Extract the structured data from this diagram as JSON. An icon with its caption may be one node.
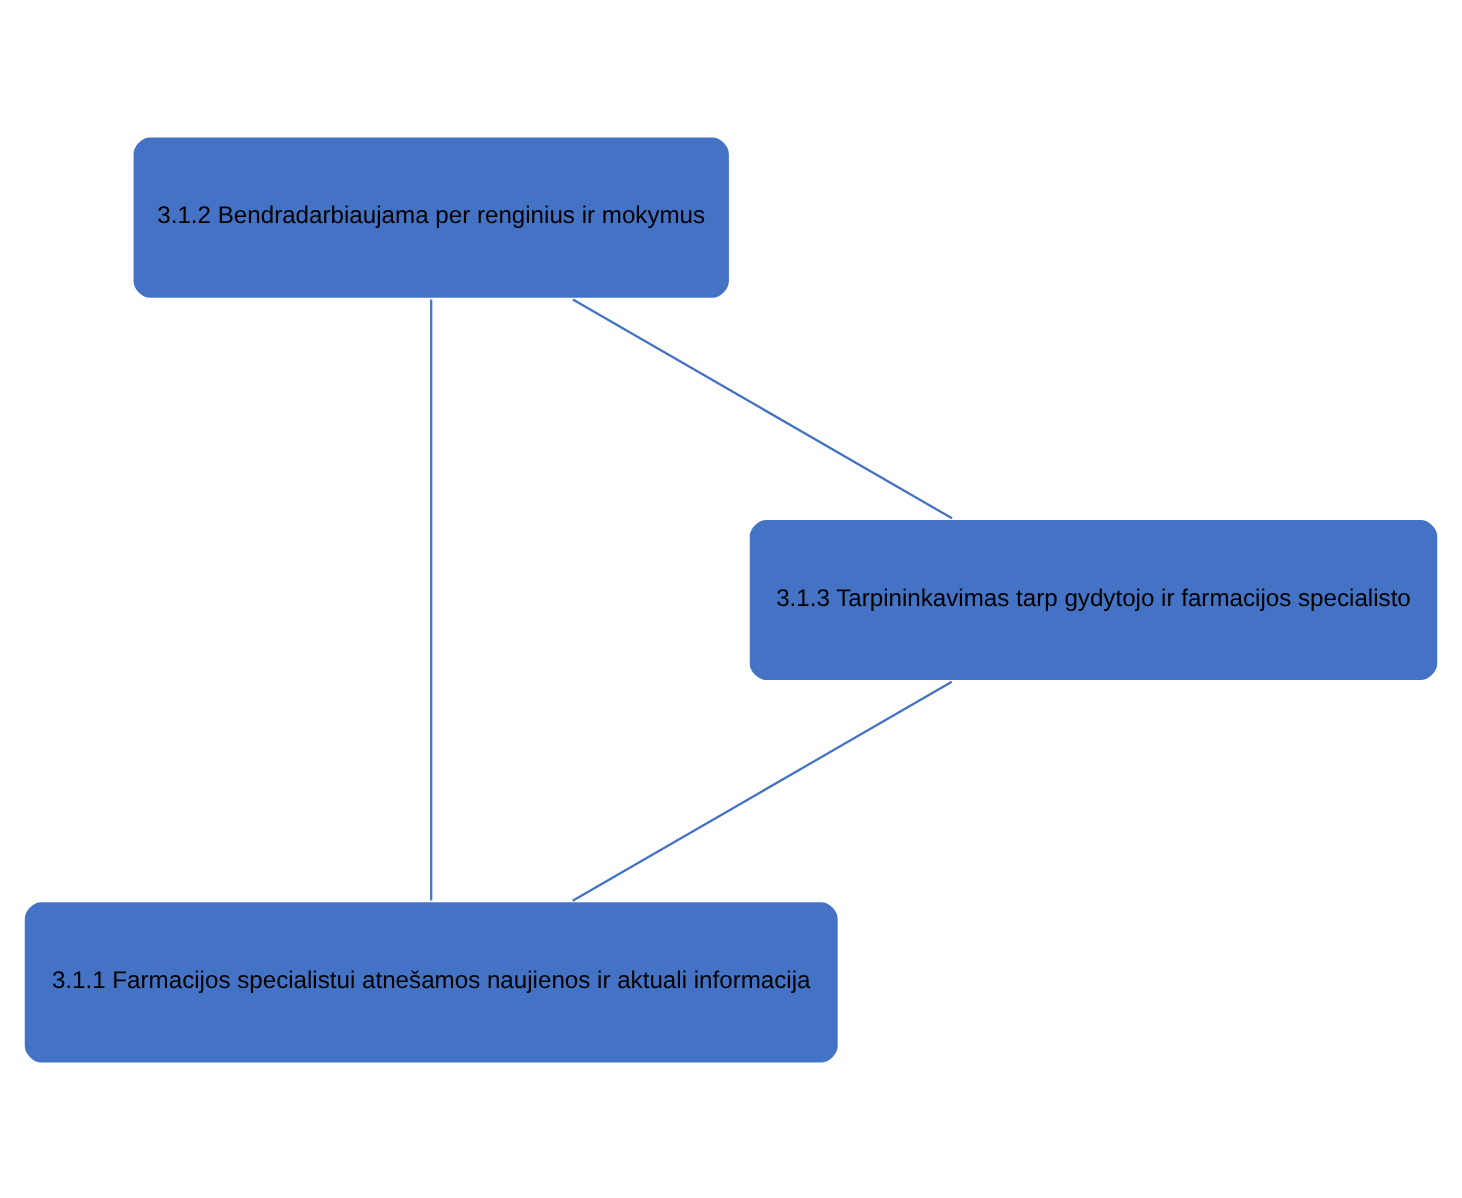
{
  "diagram": {
    "nodes": [
      {
        "text": [
          "3.1.1 Farmacijos specialistui atnešamos naujienos ir aktuali informacija"
        ]
      },
      {
        "text": [
          "3.1.2 Bendradarbiaujama per renginius ir mokymus"
        ]
      },
      {
        "text": [
          "3.1.3 Tarpininkavimas tarp gydytojo ir farmacijos specialisto"
        ]
      }
    ],
    "edges": [
      {
        "from": 0,
        "to": 1,
        "arrow": "none"
      },
      {
        "from": 1,
        "to": 2,
        "arrow": "none"
      },
      {
        "from": 2,
        "to": 0,
        "arrow": "none"
      }
    ]
  }
}
